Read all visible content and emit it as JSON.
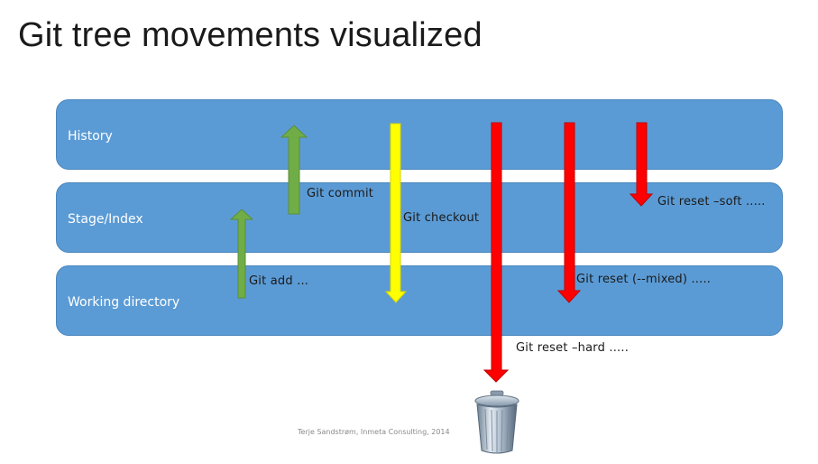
{
  "slide": {
    "title": "Git tree movements visualized",
    "credit": "Terje Sandstrøm, Inmeta Consulting, 2014"
  },
  "lanes": [
    {
      "id": "history",
      "label": "History"
    },
    {
      "id": "stage",
      "label": "Stage/Index"
    },
    {
      "id": "working",
      "label": "Working directory"
    }
  ],
  "arrows": [
    {
      "id": "git-add",
      "label": "Git add ...",
      "direction": "up",
      "color": "#70ad47",
      "from": "working",
      "to": "stage"
    },
    {
      "id": "git-commit",
      "label": "Git commit",
      "direction": "up",
      "color": "#70ad47",
      "from": "stage",
      "to": "history"
    },
    {
      "id": "git-checkout",
      "label": "Git checkout",
      "direction": "down",
      "color": "#ffff00",
      "from": "history",
      "to": "working"
    },
    {
      "id": "git-reset-hard",
      "label": "Git reset –hard .....",
      "direction": "down",
      "color": "#ff0000",
      "from": "history",
      "to": "trash"
    },
    {
      "id": "git-reset-mixed",
      "label": "Git reset (--mixed) .....",
      "direction": "down",
      "color": "#ff0000",
      "from": "history",
      "to": "working"
    },
    {
      "id": "git-reset-soft",
      "label": "Git reset –soft .....",
      "direction": "down",
      "color": "#ff0000",
      "from": "history",
      "to": "stage"
    }
  ],
  "colors": {
    "lane_fill": "#5b9bd5",
    "lane_border": "#4a86bd",
    "lane_text": "#ffffff",
    "arrow_green": "#70ad47",
    "arrow_yellow": "#ffff00",
    "arrow_red": "#ff0000"
  },
  "icons": {
    "trash": "trash-can-icon"
  }
}
